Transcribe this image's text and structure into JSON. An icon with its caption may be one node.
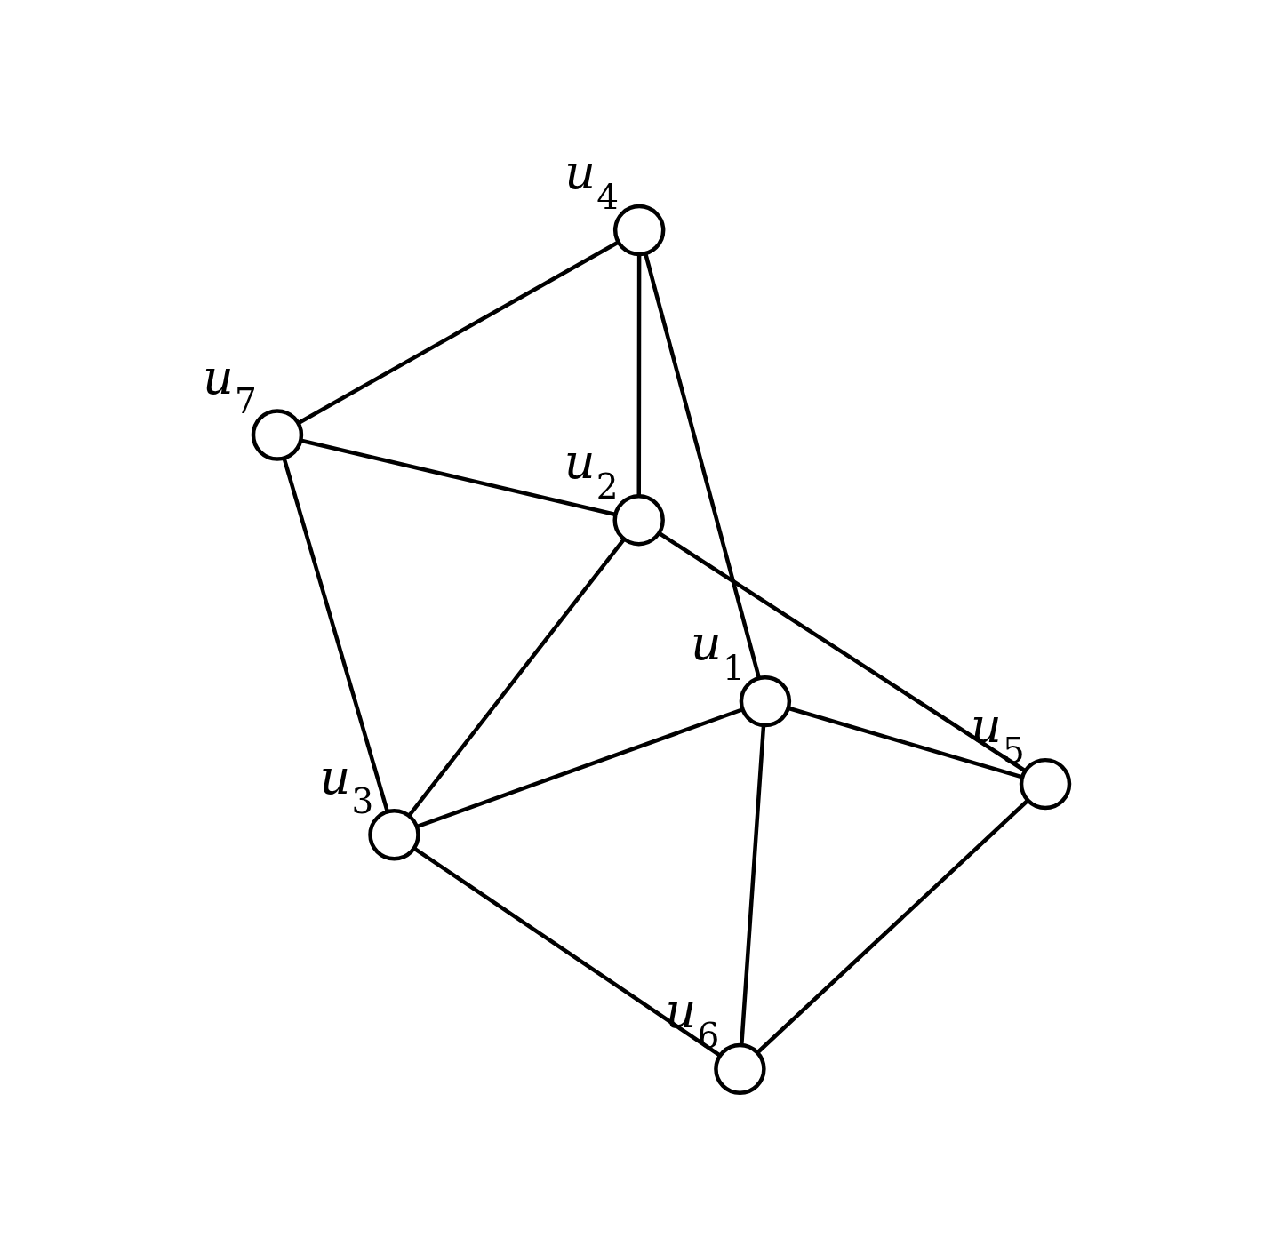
{
  "diagram": {
    "nodes": [
      {
        "text": [],
        "shape": "circle",
        "beside": [
          "*u*$_{6}$"
        ]
      },
      {
        "text": [],
        "shape": "circle",
        "beside": [
          "*u*$_{3}$"
        ]
      },
      {
        "text": [],
        "shape": "circle",
        "beside": [
          "*u*$_{5}$"
        ]
      },
      {
        "text": [],
        "shape": "circle",
        "beside": [
          "*u*$_{1}$"
        ]
      },
      {
        "text": [],
        "shape": "circle",
        "beside": [
          "*u*$_{7}$"
        ]
      },
      {
        "text": [],
        "shape": "circle",
        "beside": [
          "*u*$_{2}$"
        ]
      },
      {
        "text": [],
        "shape": "circle",
        "beside": [
          "*u*$_{4}$"
        ]
      }
    ],
    "edges": [
      {
        "from": 0,
        "to": 1,
        "arrow": "none"
      },
      {
        "from": 0,
        "to": 3,
        "arrow": "none"
      },
      {
        "from": 0,
        "to": 2,
        "arrow": "none"
      },
      {
        "from": 1,
        "to": 3,
        "arrow": "none"
      },
      {
        "from": 1,
        "to": 5,
        "arrow": "none"
      },
      {
        "from": 1,
        "to": 4,
        "arrow": "none"
      },
      {
        "from": 2,
        "to": 3,
        "arrow": "none"
      },
      {
        "from": 2,
        "to": 5,
        "arrow": "none"
      },
      {
        "from": 3,
        "to": 6,
        "arrow": "none"
      },
      {
        "from": 4,
        "to": 5,
        "arrow": "none"
      },
      {
        "from": 4,
        "to": 6,
        "arrow": "none"
      },
      {
        "from": 5,
        "to": 6,
        "arrow": "none"
      }
    ]
  }
}
